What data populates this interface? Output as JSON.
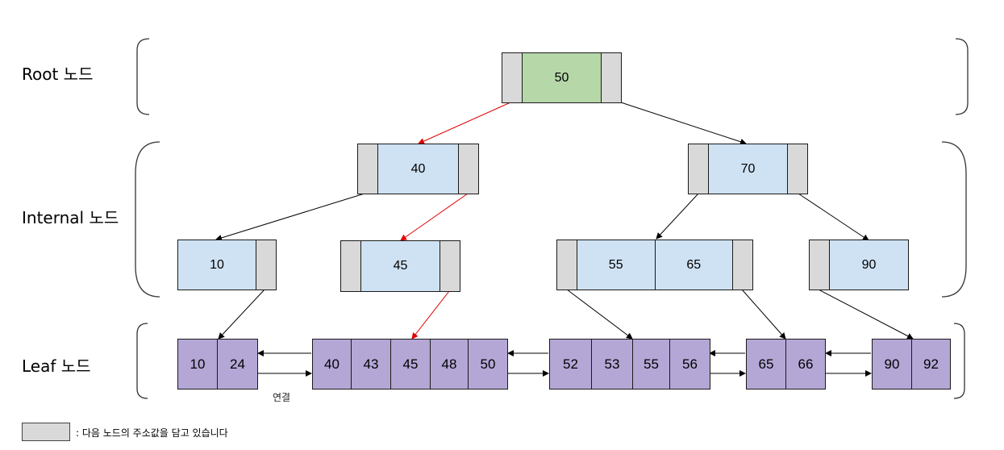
{
  "levels": {
    "root": "Root 노드",
    "internal": "Internal 노드",
    "leaf": "Leaf 노드"
  },
  "nodes": {
    "root": [
      "50"
    ],
    "internal_top_left": [
      "40"
    ],
    "internal_top_right": [
      "70"
    ],
    "internal_a": [
      "10"
    ],
    "internal_b": [
      "45"
    ],
    "internal_c": [
      "55",
      "65"
    ],
    "internal_d": [
      "90"
    ],
    "leaf_1": [
      "10",
      "24"
    ],
    "leaf_2": [
      "40",
      "43",
      "45",
      "48",
      "50"
    ],
    "leaf_3": [
      "52",
      "53",
      "55",
      "56"
    ],
    "leaf_4": [
      "65",
      "66"
    ],
    "leaf_5": [
      "90",
      "92"
    ]
  },
  "link_label": "연결",
  "legend": {
    "text": ": 다음 노드의 주소값을 담고 있습니다"
  },
  "colors": {
    "root_key": "#b6d7a8",
    "internal_key": "#cfe2f3",
    "leaf_key": "#b4a7d6",
    "pointer": "#d9d9d9",
    "search_path": "#e00000",
    "edge": "#000000"
  }
}
